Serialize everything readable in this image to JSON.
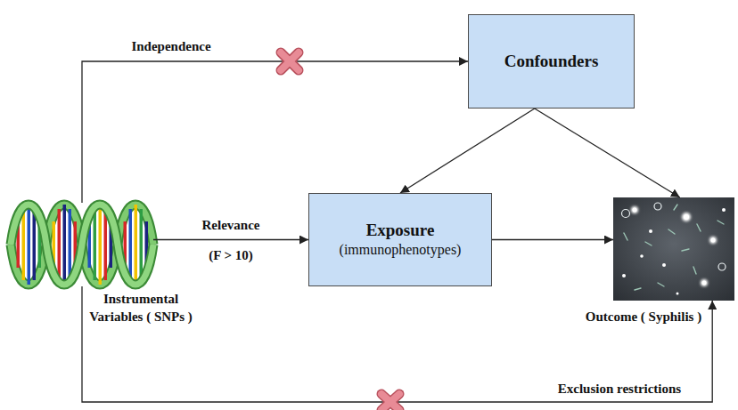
{
  "diagram": {
    "nodes": [
      {
        "text": [
          "Confounders"
        ]
      },
      {
        "text": [
          "Instrumental Variables ( SNPs )"
        ]
      },
      {
        "text": [
          "Exposure",
          "(immunophenotypes)"
        ]
      },
      {
        "text": [
          "Outcome ( Syphilis )"
        ]
      }
    ],
    "edges": [
      {
        "from": 1,
        "to": 0,
        "label": "Independence",
        "arrow": "to"
      },
      {
        "from": 1,
        "to": 2,
        "label": "Relevance (F > 10)",
        "arrow": "to"
      },
      {
        "from": 0,
        "to": 2,
        "arrow": "to"
      },
      {
        "from": 0,
        "to": 3,
        "arrow": "to"
      },
      {
        "from": 2,
        "to": 3,
        "arrow": "to"
      },
      {
        "from": 1,
        "to": 3,
        "label": "Exclusion restrictions",
        "arrow": "to"
      }
    ]
  }
}
